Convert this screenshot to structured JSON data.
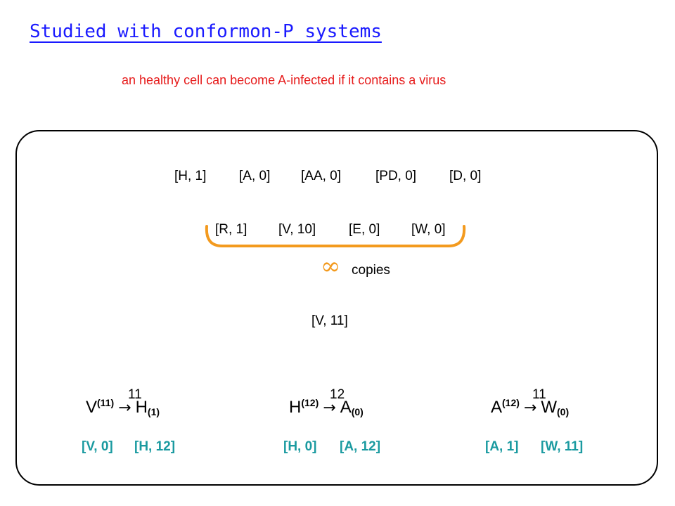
{
  "title": "Studied with conformon-P systems",
  "subtitle": "an healthy cell can become A-infected if it contains a virus",
  "row1": [
    "[H, 1]",
    "[A, 0]",
    "[AA, 0]",
    "[PD, 0]",
    "[D, 0]"
  ],
  "row2": [
    "[R, 1]",
    "[V, 10]",
    "[E, 0]",
    "[W, 0]"
  ],
  "infinity_symbol": "∞",
  "copies_label": "copies",
  "virus": "[V, 11]",
  "colors": {
    "title": "#1a1aff",
    "subtitle": "#e61a1a",
    "brace": "#f39a1e",
    "result": "#1a9aa0"
  },
  "rules": [
    {
      "from": "V",
      "from_sup": "(11)",
      "number": "11",
      "to": "H",
      "to_sub": "(1)",
      "result": [
        "[V, 0]",
        "[H, 12]"
      ]
    },
    {
      "from": "H",
      "from_sup": "(12)",
      "number": "12",
      "to": "A",
      "to_sub": "(0)",
      "result": [
        "[H, 0]",
        "[A, 12]"
      ]
    },
    {
      "from": "A",
      "from_sup": "(12)",
      "number": "11",
      "to": "W",
      "to_sub": "(0)",
      "result": [
        "[A, 1]",
        "[W, 11]"
      ]
    }
  ]
}
